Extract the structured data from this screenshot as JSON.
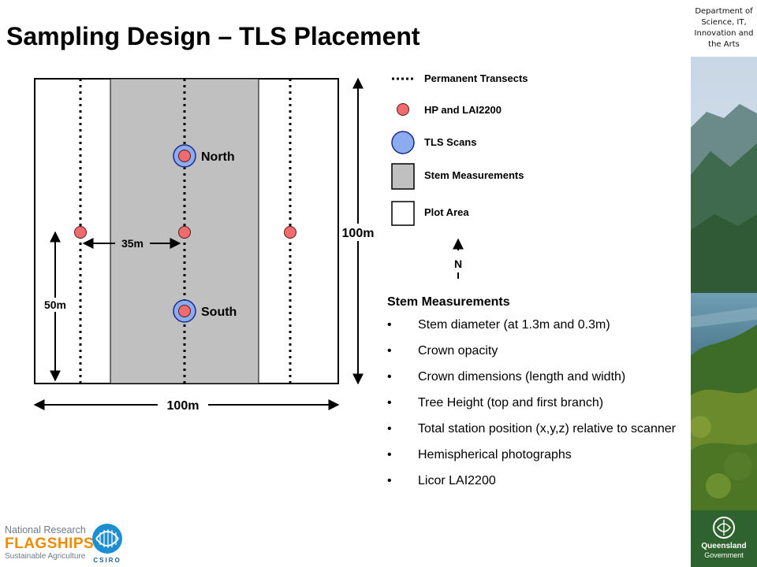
{
  "slide": {
    "title": "Sampling Design – TLS Placement",
    "department": [
      "Department of",
      "Science, IT,",
      "Innovation and",
      "the Arts"
    ]
  },
  "diagram": {
    "labels": {
      "north": "North",
      "south": "South",
      "dist_35": "35m",
      "dist_50": "50m",
      "dist_100_right": "100m",
      "dist_100_bottom": "100m",
      "compass": "N"
    }
  },
  "legend": {
    "items": [
      {
        "label": "Permanent Transects",
        "symbol": "dotted-line"
      },
      {
        "label": "HP and LAI2200",
        "symbol": "red-circle"
      },
      {
        "label": "TLS Scans",
        "symbol": "blue-circle"
      },
      {
        "label": "Stem Measurements",
        "symbol": "grey-square"
      },
      {
        "label": "Plot Area",
        "symbol": "white-square"
      }
    ]
  },
  "stem_measurements": {
    "title": "Stem Measurements",
    "items": [
      "Stem diameter (at 1.3m and 0.3m)",
      "Crown opacity",
      "Crown dimensions (length and width)",
      "Tree Height (top and first branch)",
      "Total station position (x,y,z) relative to scanner",
      "Hemispherical photographs",
      "Licor LAI2200"
    ]
  },
  "logos": {
    "nrf_line1": "National Research",
    "nrf_line2": "FLAGSHIPS",
    "nrf_line3": "Sustainable Agriculture",
    "csiro": "CSIRO",
    "qld_name": "Queensland",
    "qld_gov": "Government"
  },
  "colors": {
    "stem_area": "#c0c0c0",
    "hp_marker": "#ef6b6e",
    "tls_marker": "#8cacf0",
    "qld_green": "#2e6330",
    "nrf_orange": "#f08a00",
    "csiro_blue": "#1d5fa0"
  }
}
